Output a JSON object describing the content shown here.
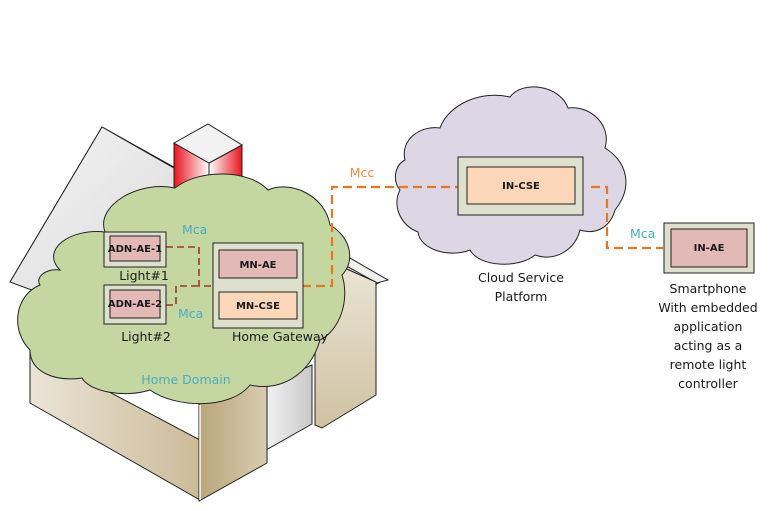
{
  "diagram": {
    "colors": {
      "mca": "#4aacc6",
      "mcc": "#f08a3c",
      "orange_line": "#e87722",
      "red_line": "#a0362c",
      "home_cloud": "#c4d7a0",
      "cloud_platform": "#ddd6e4",
      "ae_fill": "#e3b9b8",
      "cse_fill": "#fbd6b8",
      "node_outer": "#dce0cc"
    },
    "home": {
      "domain_label": "Home Domain",
      "light1": {
        "ae": "ADN-AE-1",
        "caption": "Light#1"
      },
      "light2": {
        "ae": "ADN-AE-2",
        "caption": "Light#2"
      },
      "gateway": {
        "ae": "MN-AE",
        "cse": "MN-CSE",
        "caption": "Home Gateway"
      },
      "mca_top": "Mca",
      "mca_bottom": "Mca"
    },
    "mcc_label": "Mcc",
    "cloud": {
      "cse": "IN-CSE",
      "caption_line1": "Cloud Service",
      "caption_line2": "Platform"
    },
    "smartphone": {
      "mca": "Mca",
      "ae": "IN-AE",
      "caption": [
        "Smartphone",
        "With embedded",
        "application",
        "acting as a",
        "remote light",
        "controller"
      ]
    }
  }
}
